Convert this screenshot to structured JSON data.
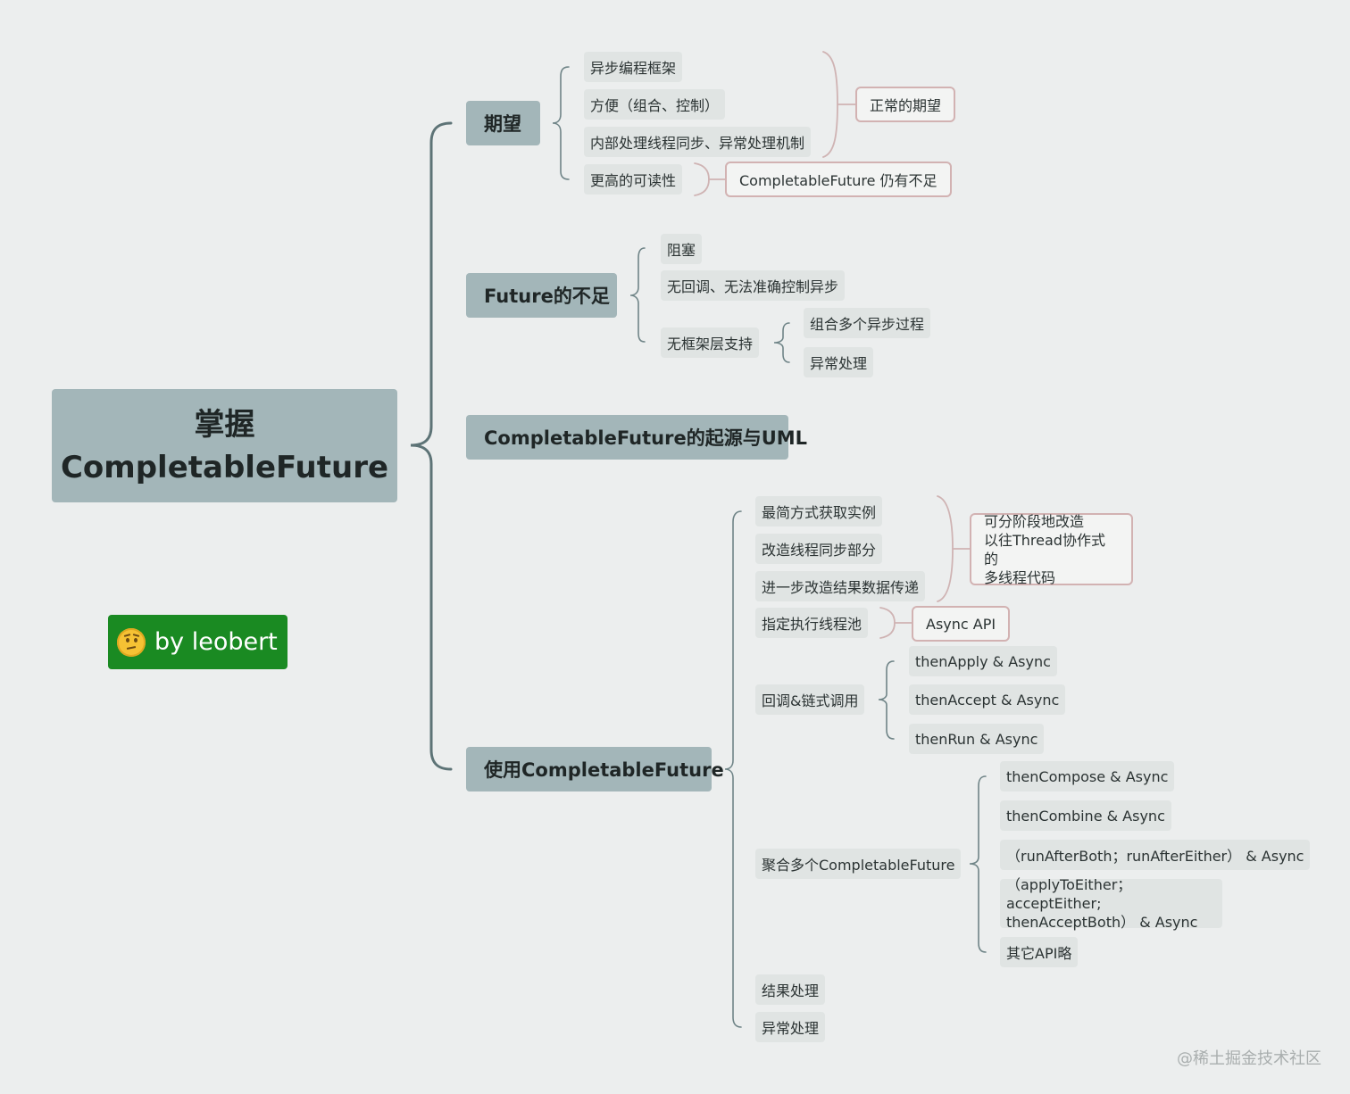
{
  "root": {
    "line1": "掌握",
    "line2": "CompletableFuture"
  },
  "badge": {
    "emoji_icon": "confused-face-icon",
    "label": "by leobert"
  },
  "branches": {
    "expect": {
      "label": "期望",
      "items": [
        "异步编程框架",
        "方便（组合、控制）",
        "内部处理线程同步、异常处理机制",
        "更高的可读性"
      ],
      "summary_normal": "正常的期望",
      "summary_lack": "CompletableFuture 仍有不足"
    },
    "future_lack": {
      "label": "Future的不足",
      "items": [
        "阻塞",
        "无回调、无法准确控制异步",
        "无框架层支持"
      ],
      "framework_children": [
        "组合多个异步过程",
        "异常处理"
      ]
    },
    "origin": {
      "label": "CompletableFuture的起源与UML"
    },
    "usage": {
      "label": "使用CompletableFuture",
      "items": [
        "最简方式获取实例",
        "改造线程同步部分",
        "进一步改造结果数据传递",
        "指定执行线程池",
        "回调&链式调用",
        "聚合多个CompletableFuture",
        "结果处理",
        "异常处理"
      ],
      "summary_refactor_lines": [
        "可分阶段地改造",
        "以往Thread协作式的",
        "多线程代码"
      ],
      "summary_async": "Async API",
      "callback_children": [
        "thenApply & Async",
        "thenAccept & Async",
        "thenRun & Async"
      ],
      "aggregate_children": [
        "thenCompose & Async",
        "thenCombine & Async",
        "（runAfterBoth；runAfterEither） & Async"
      ],
      "aggregate_multi_lines": [
        "（applyToEither；acceptEither;",
        "thenAcceptBoth） & Async"
      ],
      "aggregate_other": "其它API略"
    }
  },
  "watermark": "@稀土掘金技术社区",
  "colors": {
    "background": "#eceeee",
    "main_node": "#a3b6b9",
    "sub_node": "#e0e4e3",
    "connector": "#5d7376",
    "summary_border": "#d2b2b2",
    "badge": "#1a8a22"
  }
}
